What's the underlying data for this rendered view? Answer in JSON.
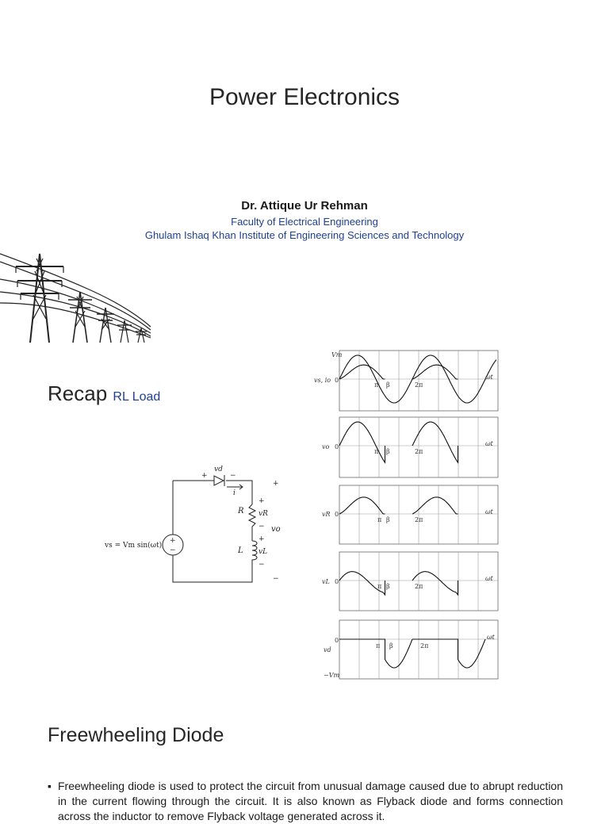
{
  "slide": {
    "title": "Power Electronics",
    "author": "Dr. Attique Ur Rehman",
    "faculty": "Faculty of Electrical Engineering",
    "institute": "Ghulam Ishaq Khan Institute of Engineering Sciences and Technology"
  },
  "recap": {
    "heading": "Recap",
    "subheading": "RL Load"
  },
  "circuit": {
    "source_label": "vs = Vm sin(ωt)",
    "vd_label": "vd",
    "current_label": "i",
    "R_label": "R",
    "vR_label": "vR",
    "L_label": "L",
    "vL_label": "vL",
    "vo_label": "vo",
    "plus": "+",
    "minus": "−"
  },
  "waveforms": {
    "panels": [
      {
        "ylabel": "vs, io",
        "top_label": "Vm",
        "zero": "0",
        "pi": "π",
        "beta": "β",
        "two_pi": "2π",
        "axis": "ωt"
      },
      {
        "ylabel": "vo",
        "zero": "0",
        "pi": "π",
        "beta": "β",
        "two_pi": "2π",
        "axis": "ωt"
      },
      {
        "ylabel": "vR",
        "zero": "0",
        "pi": "π",
        "beta": "β",
        "two_pi": "2π",
        "axis": "ωt"
      },
      {
        "ylabel": "vL",
        "zero": "0",
        "pi": "π",
        "beta": "β",
        "two_pi": "2π",
        "axis": "ωt"
      },
      {
        "ylabel": "vd",
        "zero": "0",
        "bottom_label": "−Vm",
        "pi": "π",
        "beta": "β",
        "two_pi": "2π",
        "axis": "ωt"
      }
    ]
  },
  "freewheeling": {
    "heading": "Freewheeling Diode",
    "bullet": "Freewheeling diode is used to protect the circuit from unusual damage caused due to abrupt reduction in the current flowing through the circuit. It is also known as Flyback diode and forms connection across the inductor to remove Flyback voltage generated across it."
  }
}
